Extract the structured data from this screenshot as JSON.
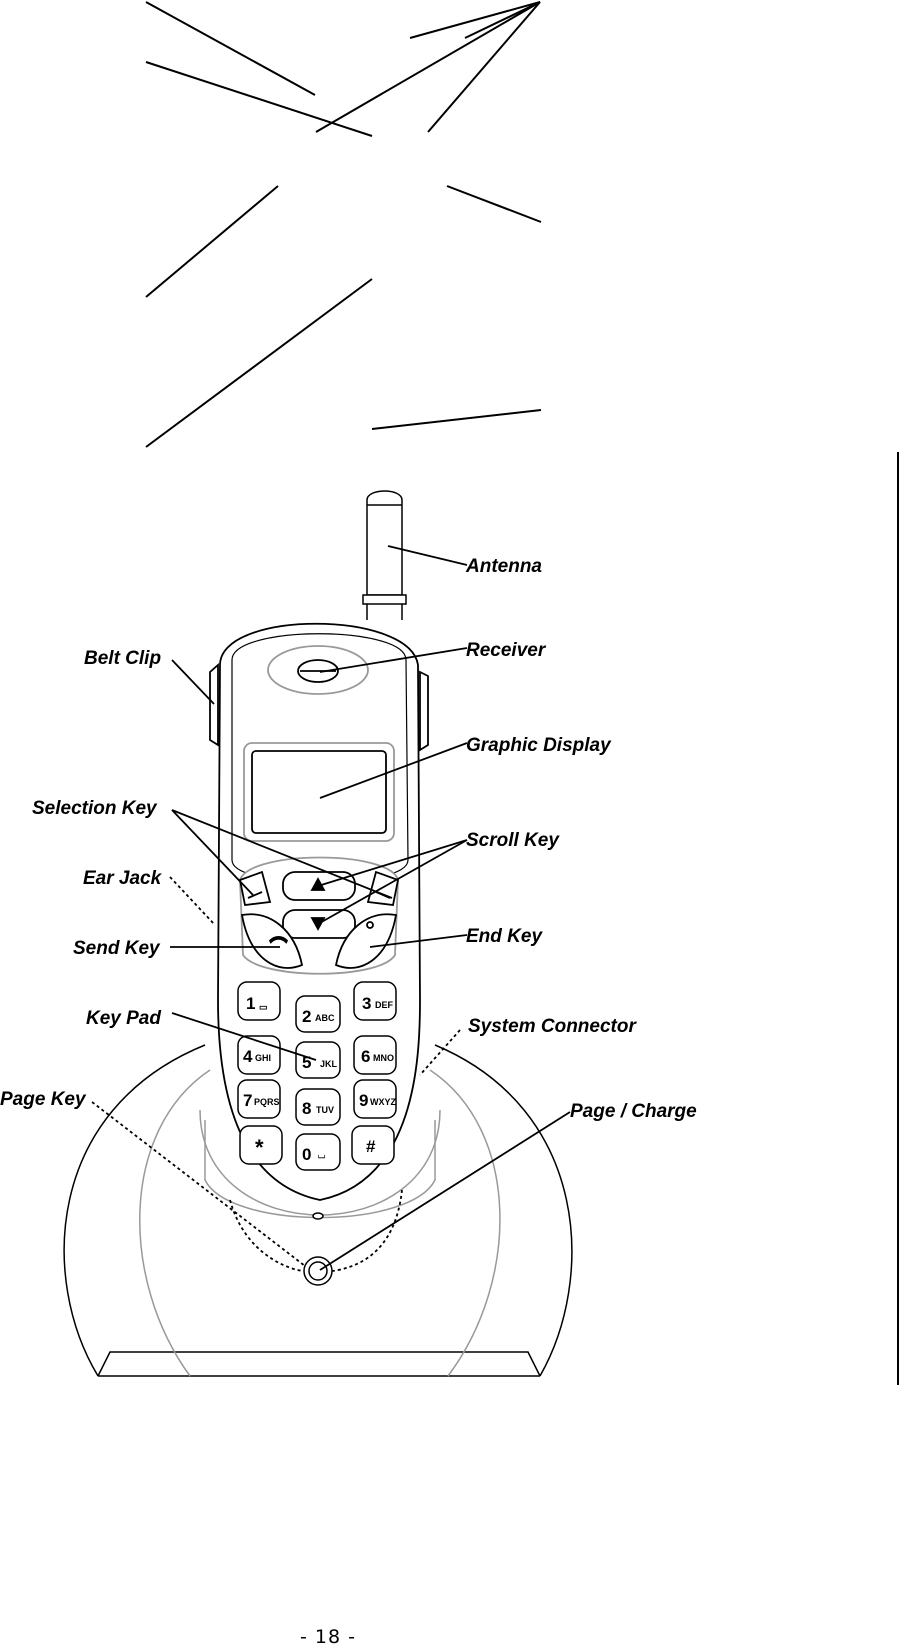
{
  "labels": {
    "antenna": "Antenna",
    "receiver": "Receiver",
    "belt_clip": "Belt Clip",
    "graphic_display": "Graphic Display",
    "selection_key": "Selection Key",
    "scroll_key": "Scroll Key",
    "ear_jack": "Ear Jack",
    "send_key": "Send Key",
    "end_key": "End Key",
    "key_pad": "Key Pad",
    "system_connector": "System Connector",
    "page_key": "Page Key",
    "page_charge": "Page / Charge"
  },
  "keypad": {
    "k1": "1",
    "k2": "2",
    "k2s": "ABC",
    "k3": "3",
    "k3s": "DEF",
    "k4": "4",
    "k4s": "GHI",
    "k5": "5",
    "k5s": "JKL",
    "k6": "6",
    "k6s": "MNO",
    "k7": "7",
    "k7s": "PQRS",
    "k8": "8",
    "k8s": "TUV",
    "k9": "9",
    "k9s": "WXYZ",
    "star": "*",
    "k0": "0",
    "hash": "#"
  },
  "page_number": "- 18 -"
}
